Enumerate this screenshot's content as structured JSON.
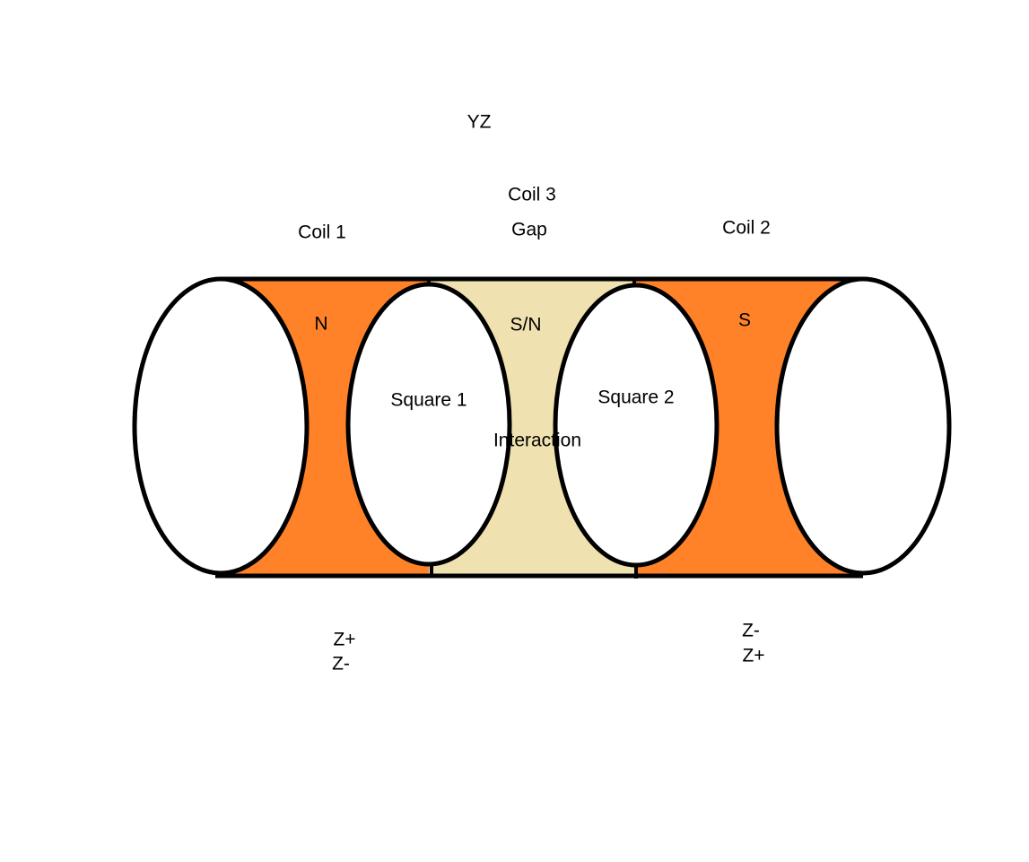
{
  "labels": {
    "plane": "YZ",
    "coil3": "Coil 3",
    "gap": "Gap",
    "coil1": "Coil 1",
    "coil2": "Coil 2",
    "north": "N",
    "north_south": "S/N",
    "south": "S",
    "square1": "Square 1",
    "square2": "Square 2",
    "interaction": "Interaction",
    "left_z_top": "Z+",
    "left_z_bottom": "Z-",
    "right_z_top": "Z-",
    "right_z_bottom": "Z+"
  },
  "colors": {
    "coil": "#ff8228",
    "gap": "#f0e2b0",
    "outline": "#000000",
    "face": "#ffffff"
  }
}
